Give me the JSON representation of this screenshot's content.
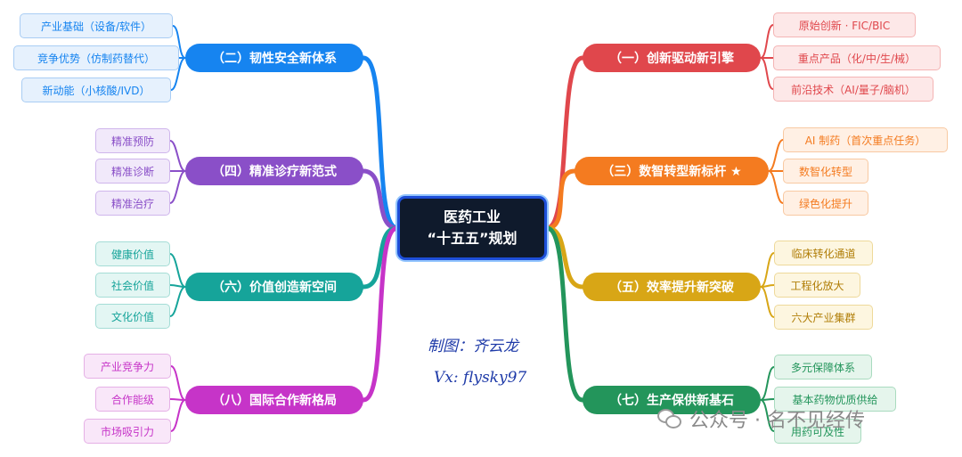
{
  "center": {
    "line1": "医药工业",
    "line2": "“十五五”规划"
  },
  "branches": [
    {
      "label": "（一）创新驱动新引擎",
      "color": "#e0474c",
      "leaf_bg": "#fde8e8",
      "leaf_border": "#f4b4b4",
      "leaves": [
        "原始创新 · FIC/BIC",
        "重点产品（化/中/生/械）",
        "前沿技术（AI/量子/脑机）"
      ]
    },
    {
      "label": "（二）韧性安全新体系",
      "color": "#1684f0",
      "leaf_bg": "#e6f1fd",
      "leaf_border": "#a9cdf4",
      "leaves": [
        "产业基础（设备/软件）",
        "竞争优势（仿制药替代）",
        "新动能（小核酸/IVD）"
      ]
    },
    {
      "label": "（三）数智转型新标杆 ★",
      "color": "#f47b20",
      "leaf_bg": "#fff0e4",
      "leaf_border": "#f8c9a2",
      "leaves": [
        "AI 制药（首次重点任务）",
        "数智化转型",
        "绿色化提升"
      ]
    },
    {
      "label": "（四）精准诊疗新范式",
      "color": "#8a4fc8",
      "leaf_bg": "#f1e9fa",
      "leaf_border": "#cfb6ec",
      "leaves": [
        "精准预防",
        "精准诊断",
        "精准治疗"
      ]
    },
    {
      "label": "（五）效率提升新突破",
      "color": "#d8a616",
      "leaf_bg": "#fdf6e0",
      "leaf_border": "#eed99a",
      "leaves": [
        "临床转化通道",
        "工程化放大",
        "六大产业集群"
      ]
    },
    {
      "label": "（六）价值创造新空间",
      "color": "#16a49a",
      "leaf_bg": "#e3f6f3",
      "leaf_border": "#a5ddd6",
      "leaves": [
        "健康价值",
        "社会价值",
        "文化价值"
      ]
    },
    {
      "label": "（七）生产保供新基石",
      "color": "#23955b",
      "leaf_bg": "#e5f5ec",
      "leaf_border": "#a9dbbf",
      "leaves": [
        "多元保障体系",
        "基本药物优质供给",
        "用药可及性"
      ]
    },
    {
      "label": "（八）国际合作新格局",
      "color": "#c634c8",
      "leaf_bg": "#f9e7f9",
      "leaf_border": "#e5b0e6",
      "leaves": [
        "产业竞争力",
        "合作能级",
        "市场吸引力"
      ]
    }
  ],
  "credit": {
    "author": "制图：齐云龙",
    "contact": "Vx: flysky97"
  },
  "watermark": {
    "text": "公众号 · 名不见经传"
  }
}
